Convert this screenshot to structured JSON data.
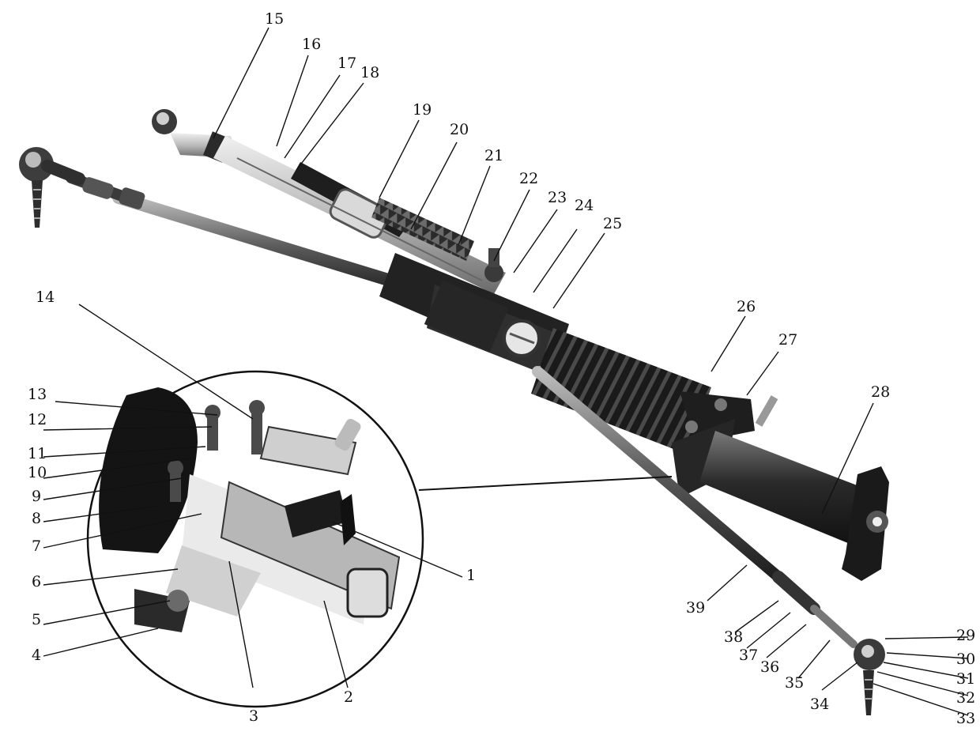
{
  "figure": {
    "colors": {
      "ink": "#111111",
      "metal_light": "#c9c9c9",
      "metal_mid": "#8a8a8a",
      "metal_dark": "#2a2a2a",
      "background": "#ffffff"
    },
    "callouts": [
      "1",
      "2",
      "3",
      "4",
      "5",
      "6",
      "7",
      "8",
      "9",
      "10",
      "11",
      "12",
      "13",
      "14",
      "15",
      "16",
      "17",
      "18",
      "19",
      "20",
      "21",
      "22",
      "23",
      "24",
      "25",
      "26",
      "27",
      "28",
      "29",
      "30",
      "31",
      "32",
      "33",
      "34",
      "35",
      "36",
      "37",
      "38",
      "39"
    ]
  }
}
